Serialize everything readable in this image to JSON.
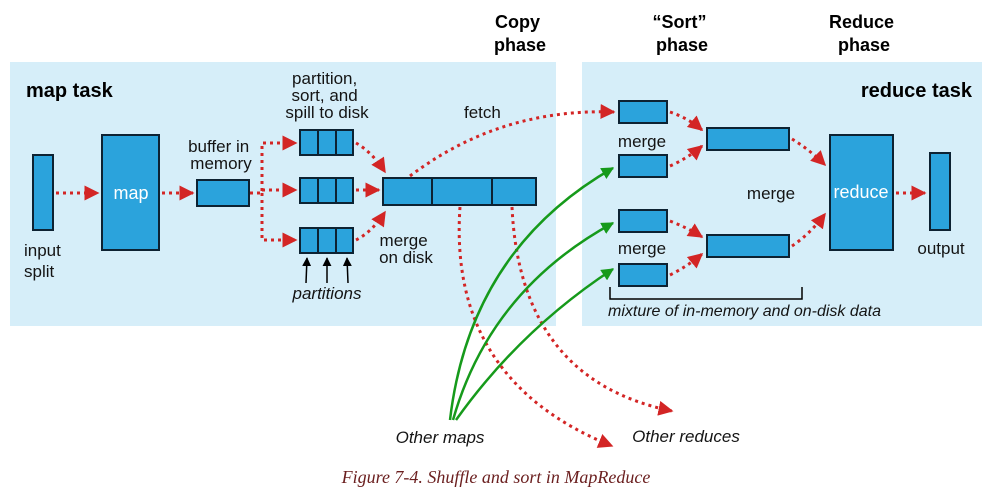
{
  "phases": {
    "copy": [
      "Copy",
      "phase"
    ],
    "sort": [
      "“Sort”",
      "phase"
    ],
    "reduce": [
      "Reduce",
      "phase"
    ]
  },
  "map_panel": {
    "title": "map task",
    "input_split": [
      "input",
      "split"
    ],
    "map": "map",
    "buffer": [
      "buffer in",
      "memory"
    ],
    "spill": [
      "partition,",
      "sort, and",
      "spill to disk"
    ],
    "merge_on_disk": [
      "merge",
      "on disk"
    ],
    "partitions": "partitions"
  },
  "fetch": "fetch",
  "reduce_panel": {
    "title": "reduce task",
    "merge_top": "merge",
    "merge_bottom": "merge",
    "merge_middle": "merge",
    "reduce": "reduce",
    "output": "output",
    "mixture": "mixture of in-memory and on-disk data"
  },
  "other_maps": "Other maps",
  "other_reduces": "Other reduces",
  "caption": "Figure 7-4. Shuffle and sort in MapReduce",
  "colors": {
    "panel": "#d6eef9",
    "box": "#2ba3dc",
    "arrow_red": "#d32525",
    "arrow_green": "#169a1b",
    "caption": "#6b1f1f"
  }
}
